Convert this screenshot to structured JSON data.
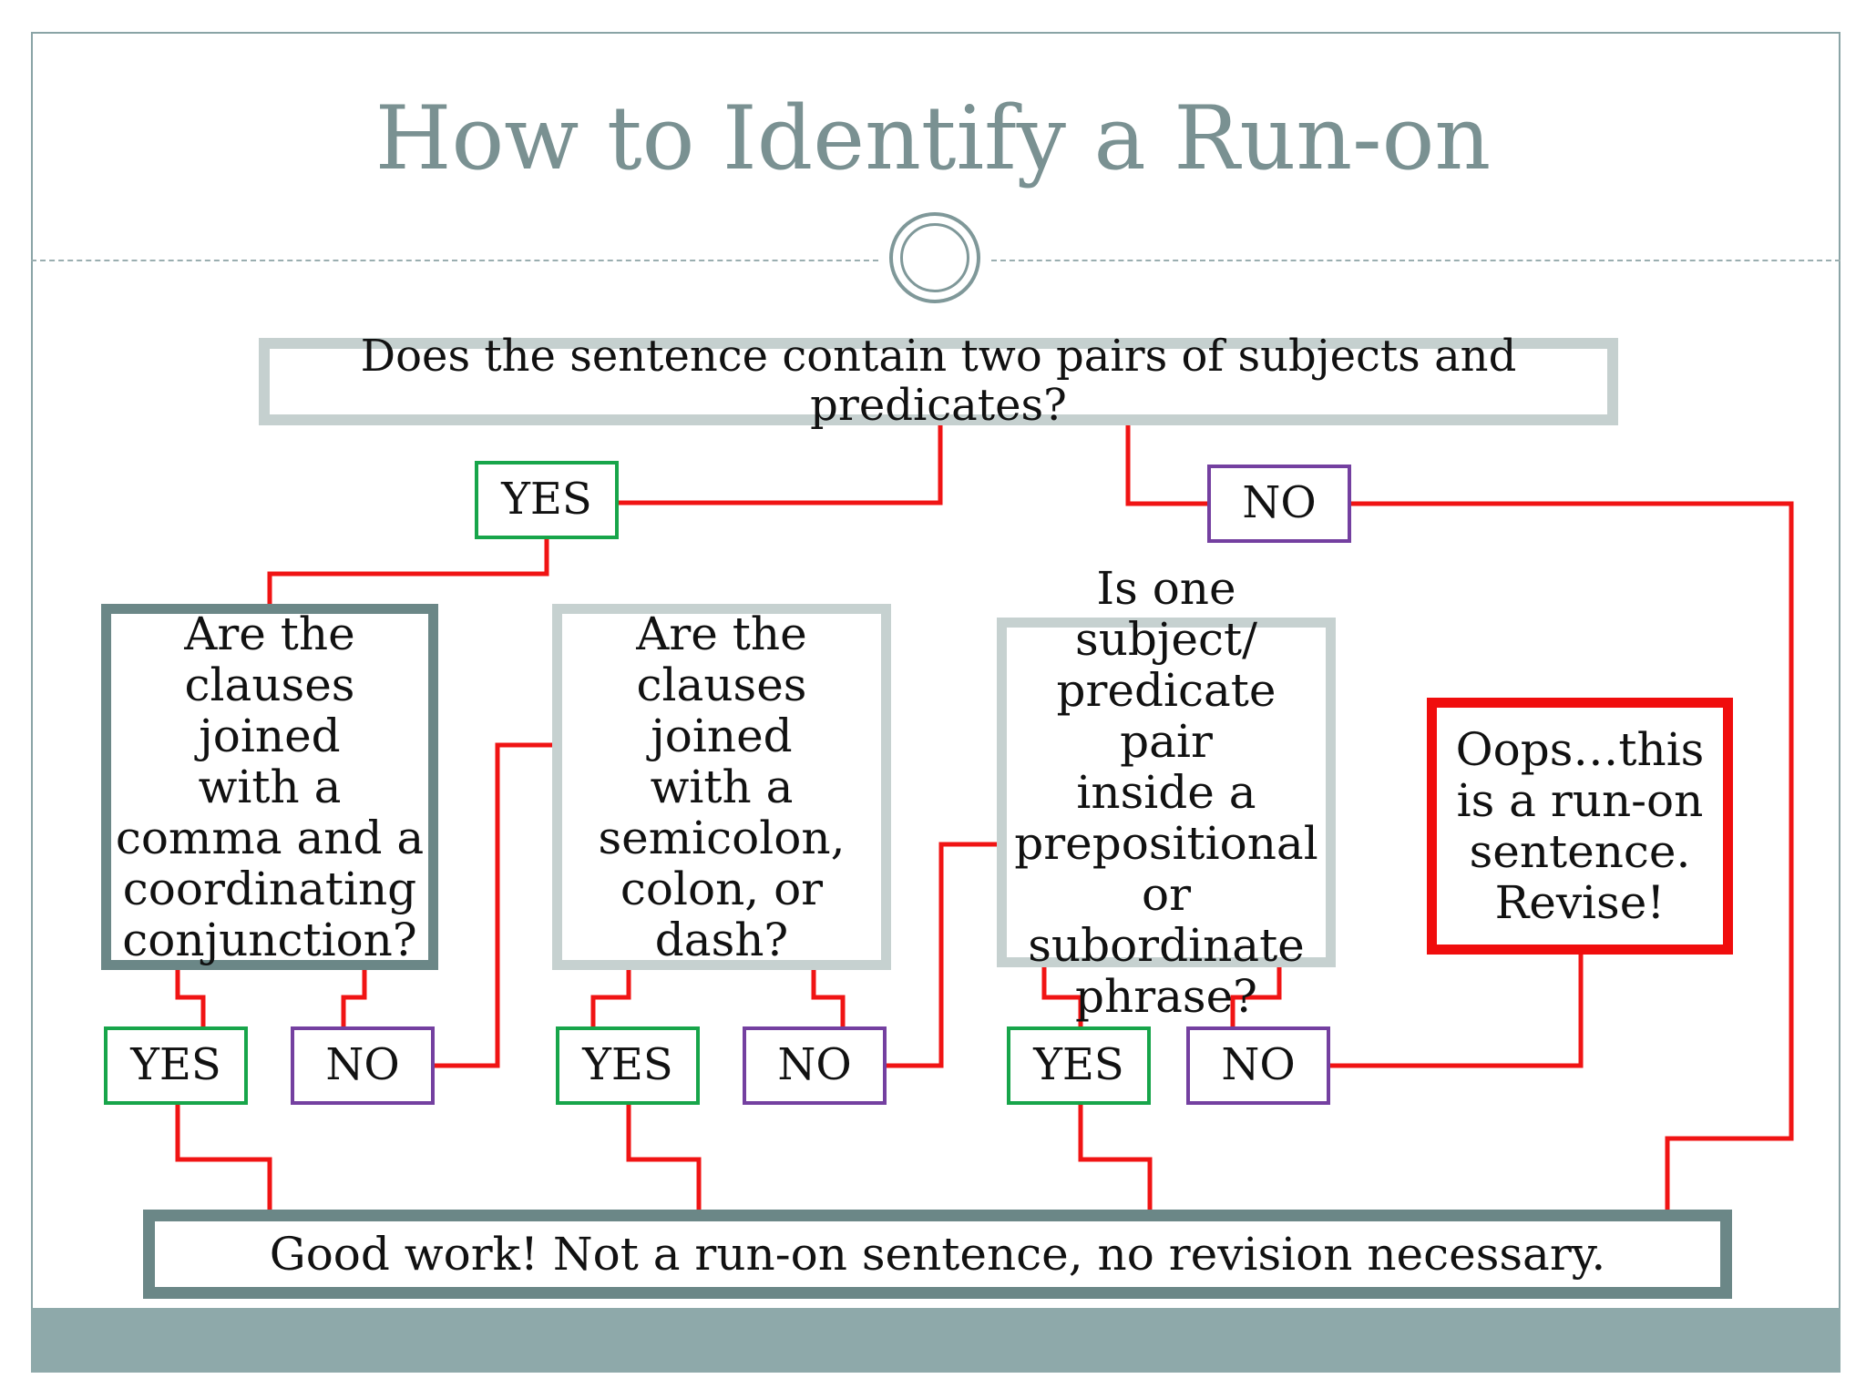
{
  "title": "How to Identify a Run-on",
  "questions": {
    "main": "Does the sentence contain two pairs of subjects and predicates?",
    "comma": "Are the\nclauses joined\nwith a\ncomma and a\ncoordinating\nconjunction?",
    "semicolon": "Are the\nclauses joined\nwith a\nsemicolon,\ncolon, or\ndash?",
    "phrase": "Is one subject/\npredicate pair\ninside a\nprepositional\nor subordinate\nphrase?"
  },
  "answers": {
    "yes": "YES",
    "no": "NO"
  },
  "outcomes": {
    "runon": "Oops…this\nis a run-on\nsentence.\nRevise!",
    "good": "Good work!  Not a run-on sentence, no revision necessary."
  },
  "colors": {
    "connector": "#f01414",
    "yes_border": "#17a54a",
    "no_border": "#7440a0",
    "dark_border": "#6b8787",
    "light_border": "#c5d0cf",
    "title": "#7a9192",
    "band": "#8ea9aa"
  }
}
